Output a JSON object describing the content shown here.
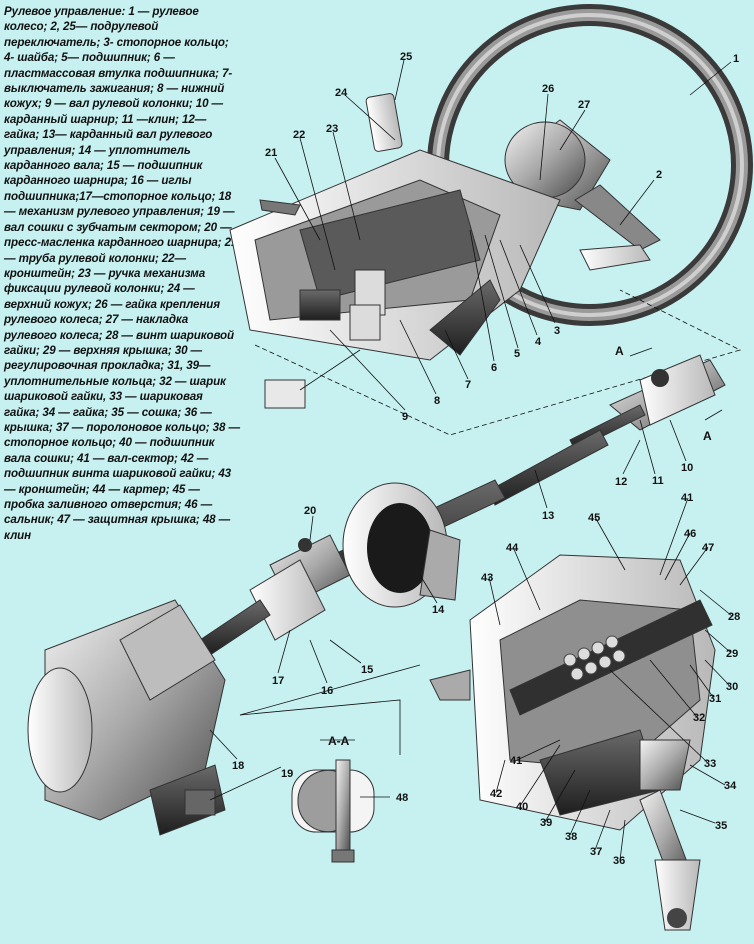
{
  "caption": "Рулевое управление: 1 — рулевое колесо; 2, 25— подрулевой переключатель; 3- стопорное кольцо; 4- шайба; 5— подшипник; 6 — пластмассовая втулка подшипника; 7- выключатель зажигания; 8 — нижний кожух; 9 — вал рулевой колонки; 10 — карданный шарнир; 11 —клин; 12—гайка; 13— карданный вал рулевого управления; 14 — уплотнитель карданного вала; 15 — подшипник карданного шарнира; 16 — иглы подшипника;17—стопорное кольцо; 18 — механизм рулевого управления; 19 — вал сошки с зубчатым сектором; 20 — пресс-масленка карданного шарнира; 21 — труба рулевой колонки; 22—кронштейн; 23 — ручка механизма фиксации рулевой колонки; 24 — верхний кожух; 26 — гайка крепления рулевого колеса; 27 — накладка рулевого колеса; 28 — винт шариковой гайки; 29 — верхняя крышка; 30 — регулировочная прокладка; 31, 39— уплотнительные кольца; 32 — шарик шариковой гайки, 33 — шариковая гайка; 34 — гайка; 35 — сошка; 36 — крышка; 37 — поролоновое кольцо; 38 — стопорное кольцо; 40 — подшипник вала сошки; 41 — вал-сектор; 42 — подшипник винта шариковой гайки; 43 — кронштейн; 44 — картер; 45 — пробка заливного отверстия; 46 — сальник; 47 — защитная крышка; 48 — клин",
  "section_label": "А-А",
  "view_marks": [
    "А",
    "А"
  ],
  "labels": [
    "1",
    "2",
    "3",
    "4",
    "5",
    "6",
    "7",
    "8",
    "9",
    "10",
    "11",
    "12",
    "13",
    "14",
    "15",
    "16",
    "17",
    "18",
    "19",
    "20",
    "21",
    "22",
    "23",
    "24",
    "25",
    "26",
    "27",
    "28",
    "29",
    "30",
    "31",
    "32",
    "33",
    "34",
    "35",
    "36",
    "37",
    "38",
    "39",
    "40",
    "41",
    "41",
    "42",
    "43",
    "44",
    "45",
    "46",
    "47",
    "48"
  ]
}
